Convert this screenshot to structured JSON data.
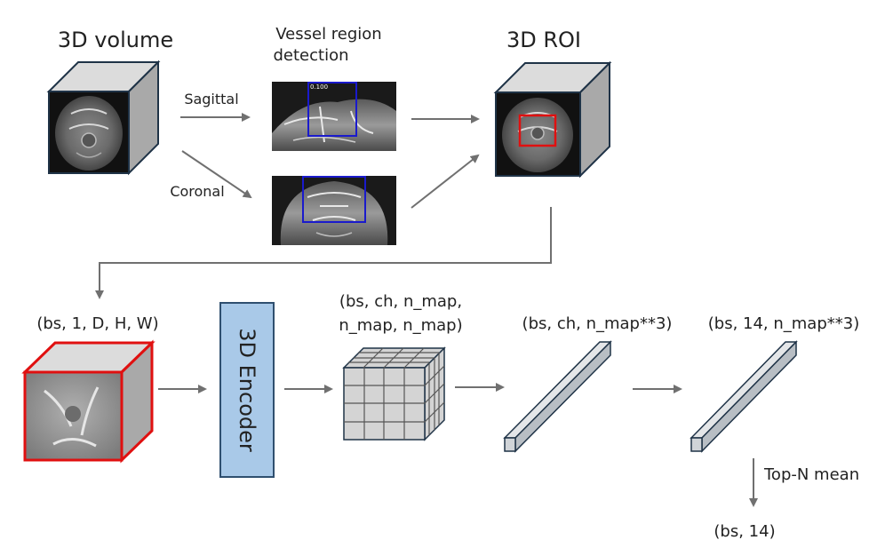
{
  "labels": {
    "volume_title": "3D volume",
    "vessel_title_line1": "Vessel region",
    "vessel_title_line2": "detection",
    "roi_title": "3D ROI",
    "sagittal": "Sagittal",
    "coronal": "Coronal",
    "input_shape": "(bs, 1, D, H, W)",
    "encoder": "3D Encoder",
    "feature_shape_line1": "(bs, ch, n_map,",
    "feature_shape_line2": "n_map, n_map)",
    "flat_shape": "(bs, ch, n_map**3)",
    "class_shape": "(bs, 14, n_map**3)",
    "pooling": "Top-N mean",
    "output_shape": "(bs, 14)",
    "detection_score": "0.100"
  },
  "colors": {
    "arrow": "#707070",
    "cube_top": "#dcdcdc",
    "cube_side": "#a9a9a9",
    "cube_edge": "#1f3347",
    "roi_box": "#e01010",
    "detection_box": "#1a1acc",
    "encoder_fill": "#a9c9e8",
    "encoder_edge": "#2f4f6f",
    "grid_fill": "#d4d4d4",
    "bar_fill": "#d0d4d8"
  }
}
